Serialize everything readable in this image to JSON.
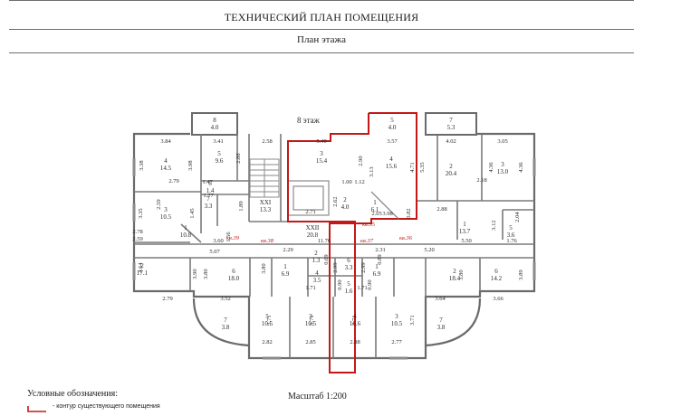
{
  "header": {
    "title": "ТЕХНИЧЕСКИЙ ПЛАН ПОМЕЩЕНИЯ",
    "subtitle": "План этажа"
  },
  "plan": {
    "floor_label": "8 этаж",
    "rooms": [
      {
        "n": "8",
        "a": "4.0"
      },
      {
        "n": "7",
        "a": "5.3"
      },
      {
        "n": "5",
        "a": "4.0"
      },
      {
        "n": "4",
        "a": "14.5"
      },
      {
        "n": "5",
        "a": "9.6"
      },
      {
        "n": "3",
        "a": "15.4"
      },
      {
        "n": "4",
        "a": "15.6"
      },
      {
        "n": "2",
        "a": "20.4"
      },
      {
        "n": "3",
        "a": "13.0"
      },
      {
        "n": "3",
        "a": "10.5"
      },
      {
        "n": "6",
        "a": "1.4"
      },
      {
        "n": "7",
        "a": "3.3"
      },
      {
        "n": "XXI",
        "a": "13.3"
      },
      {
        "n": "2",
        "a": "4.0"
      },
      {
        "n": "1",
        "a": "6.1"
      },
      {
        "n": "1",
        "a": "10.8"
      },
      {
        "n": "XXII",
        "a": "20.8"
      },
      {
        "n": "1",
        "a": "13.7"
      },
      {
        "n": "5",
        "a": "3.6"
      },
      {
        "n": "2",
        "a": "17.1"
      },
      {
        "n": "6",
        "a": "18.0"
      },
      {
        "n": "1",
        "a": "6.9"
      },
      {
        "n": "2",
        "a": "1.3"
      },
      {
        "n": "6",
        "a": "3.3"
      },
      {
        "n": "4",
        "a": "3.5"
      },
      {
        "n": "5",
        "a": "1.6"
      },
      {
        "n": "1",
        "a": "6.9"
      },
      {
        "n": "2",
        "a": "18.4"
      },
      {
        "n": "6",
        "a": "14.2"
      },
      {
        "n": "7",
        "a": "3.8"
      },
      {
        "n": "5",
        "a": "10.5"
      },
      {
        "n": "3",
        "a": "10.5"
      },
      {
        "n": "4",
        "a": "16.6"
      },
      {
        "n": "3",
        "a": "10.5"
      },
      {
        "n": "7",
        "a": "3.8"
      }
    ],
    "dims": [
      "3.84",
      "3.41",
      "2.58",
      "5.40",
      "3.57",
      "4.02",
      "3.05",
      "3.38",
      "3.98",
      "2.88",
      "2.90",
      "3.13",
      "4.71",
      "4.36",
      "4.36",
      "2.79",
      "1.47",
      "1.77",
      "1.89",
      "1.00",
      "1.12",
      "2.62",
      "2.05",
      "5.35",
      "2.18",
      "2.59",
      "3.35",
      "1.45",
      "2.71",
      "2.88",
      "2.78",
      "2.59",
      "3.60",
      "5.07",
      "11.76",
      "5.20",
      "5.50",
      "1.76",
      "3.12",
      "2.04",
      "4.64",
      "2.29",
      "2.31",
      "3.90",
      "3.80",
      "3.80",
      "3.80",
      "3.89",
      "2.79",
      "3.52",
      "3.64",
      "3.66",
      "3.71",
      "3.71",
      "3.71",
      "3.71",
      "2.82",
      "2.85",
      "2.88",
      "2.77",
      "3.98",
      "0.82",
      "1.71",
      "1.71",
      "0.69",
      "0.89",
      "0.90",
      "2.99",
      "2.99",
      "0.90",
      "1.56"
    ],
    "apartments": [
      "кв.35",
      "кв.36",
      "кв.37",
      "кв.38",
      "кв.39"
    ]
  },
  "legend": {
    "title": "Условные обозначения:",
    "items": [
      {
        "label": "- контур существующего помещения",
        "color": "#c21818"
      }
    ]
  },
  "scale": "Масштаб 1:200"
}
